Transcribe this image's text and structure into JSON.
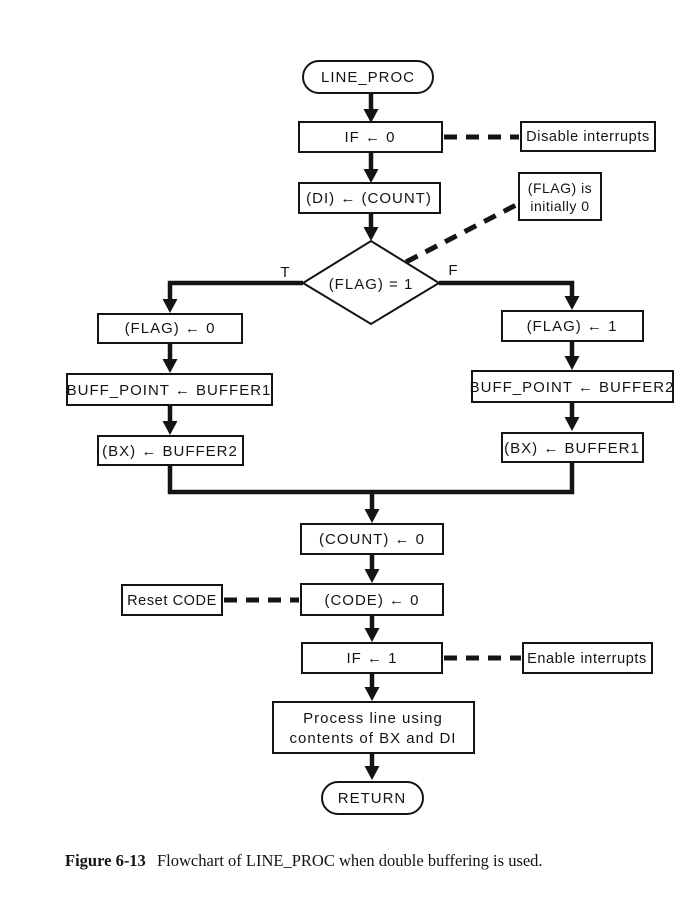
{
  "figure": {
    "caption_label": "Figure 6-13",
    "caption_text": "Flowchart of LINE_PROC when double buffering is used."
  },
  "flowchart": {
    "nodes": {
      "start": "LINE_PROC",
      "if0": "IF ← 0",
      "di_count": "(DI) ← (COUNT)",
      "decision": "(FLAG) = 1",
      "true_label": "T",
      "false_label": "F",
      "flag0": "(FLAG) ← 0",
      "buff_point1": "BUFF_POINT ← BUFFER1",
      "bx_buffer2": "(BX) ← BUFFER2",
      "flag1": "(FLAG) ← 1",
      "buff_point2": "BUFF_POINT ← BUFFER2",
      "bx_buffer1": "(BX) ← BUFFER1",
      "count0": "(COUNT) ← 0",
      "code0": "(CODE) ← 0",
      "if1": "IF ← 1",
      "process_line1": "Process line using",
      "process_line2": "contents of BX and DI",
      "return": "RETURN"
    },
    "annotations": {
      "disable_interrupts": "Disable interrupts",
      "flag_note_line1": "(FLAG) is",
      "flag_note_line2": "initially 0",
      "reset_code": "Reset CODE",
      "enable_interrupts": "Enable interrupts"
    },
    "colors": {
      "line": "#141414",
      "background": "#ffffff",
      "box_fill": "#ffffff"
    }
  }
}
